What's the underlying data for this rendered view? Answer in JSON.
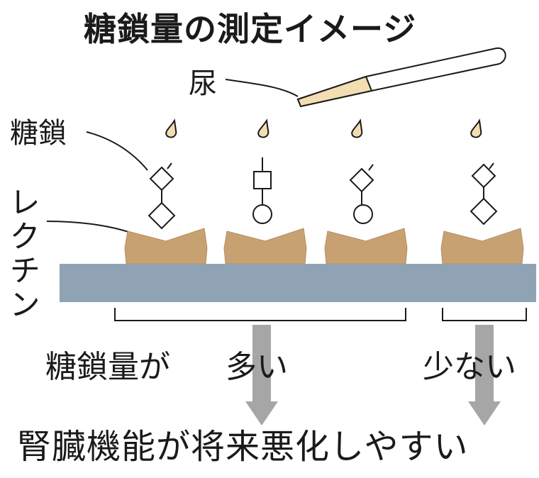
{
  "title": "糖鎖量の測定イメージ",
  "labels": {
    "urine": "尿",
    "glycan": "糖鎖",
    "lectin": "レクチン",
    "glycan_amount": "糖鎖量が",
    "many": "多い",
    "few": "少ない",
    "result": "腎臓機能が将来悪化しやすい"
  },
  "colors": {
    "lectin": "#c8a172",
    "plate": "#8fa3b4",
    "droplet": "#f3deb3",
    "arrow": "#a6a6a6",
    "text": "#1a1a1a"
  },
  "icons": [
    "pipette-icon",
    "droplet-icon",
    "diamond-glycan-icon",
    "square-glycan-icon",
    "circle-glycan-icon",
    "lectin-icon",
    "arrow-down-icon"
  ]
}
